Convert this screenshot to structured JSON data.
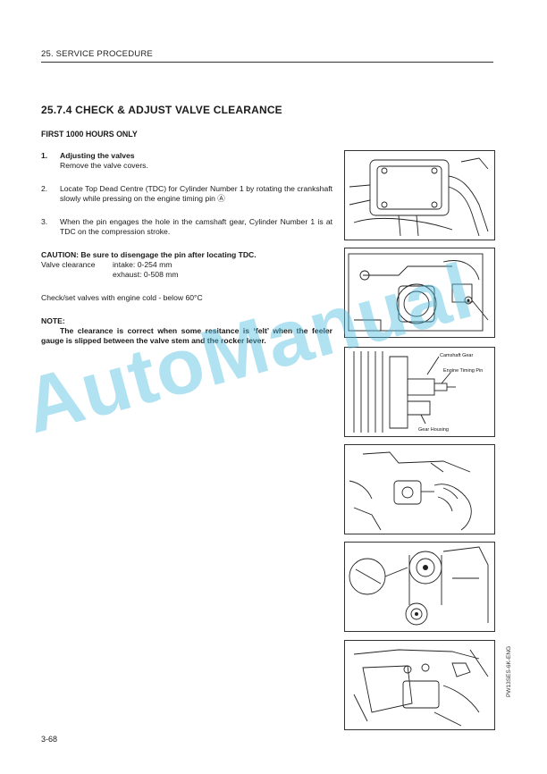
{
  "header": {
    "section": "25. SERVICE PROCEDURE"
  },
  "title": "25.7.4  CHECK & ADJUST VALVE CLEARANCE",
  "subtitle": "FIRST 1000 HOURS ONLY",
  "steps": [
    {
      "num": "1.",
      "heading": "Adjusting the valves",
      "text": "Remove the valve covers."
    },
    {
      "num": "2.",
      "text": "Locate Top Dead Centre (TDC) for Cylinder Number 1 by rotating the crankshaft slowly while pressing on the engine timing pin Ⓐ"
    },
    {
      "num": "3.",
      "text": "When the pin engages the hole in the camshaft gear, Cylinder Number 1 is at TDC on the compression stroke."
    }
  ],
  "caution": {
    "heading": "CAUTION:  Be sure to disengage the pin after locating TDC.",
    "label": "Valve clearance",
    "intake": "intake: 0-254 mm",
    "exhaust": "exhaust: 0-508 mm"
  },
  "check_note": "Check/set valves with engine cold - below 60°C",
  "note": {
    "heading": "NOTE:",
    "text": "The clearance is correct when some resitance is ‘felt’ when the feeler gauge is slipped between the valve stem and the rocker lever."
  },
  "figure_labels": {
    "camshaft_gear": "Camshaft Gear",
    "engine_timing_pin": "Engine Timing Pin",
    "gear_housing": "Gear Housing"
  },
  "watermark": "AutoManual",
  "page_number": "3-68",
  "doc_code": "PW13SES-6K-ENG"
}
